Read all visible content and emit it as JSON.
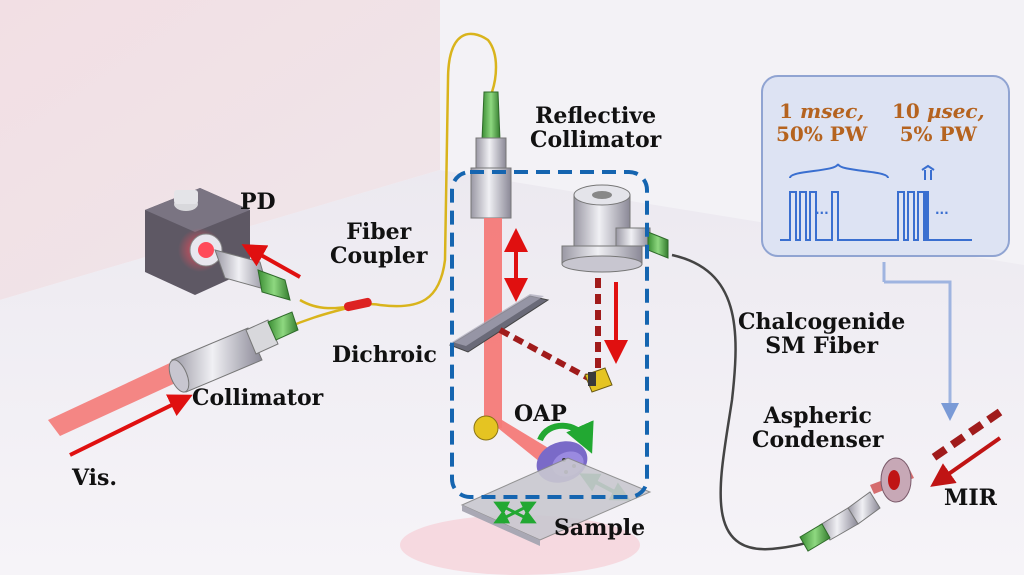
{
  "labels": {
    "reflective_collimator": [
      "Reflective",
      "Collimator"
    ],
    "pd": "PD",
    "fiber_coupler": [
      "Fiber",
      "Coupler"
    ],
    "dichroic": "Dichroic",
    "collimator": "Collimator",
    "oap": "OAP",
    "vis": "Vis.",
    "sample": "Sample",
    "chalcogenide_fiber": [
      "Chalcogenide",
      "SM Fiber"
    ],
    "aspheric_condenser": [
      "Aspheric",
      "Condenser"
    ],
    "mir": "MIR"
  },
  "inset": {
    "left_value": "1",
    "left_unit": "msec,",
    "left_pw": "50% PW",
    "right_value": "10",
    "right_unit": "µsec,",
    "right_pw": "5% PW",
    "ellipsis": "..."
  },
  "colors": {
    "beam": "#f47a78",
    "arrow_red": "#e01010",
    "mir_beam": "#b01818",
    "dashed_box": "#1565b0",
    "inset_bg": "#dde3f3",
    "inset_border": "#90a4d2",
    "pulse": "#3a6fd0",
    "accent_text": "#b5631f",
    "green_arrow": "#22a832",
    "fiber_yellow": "#d9b41c",
    "fiber_dark": "#444444"
  }
}
